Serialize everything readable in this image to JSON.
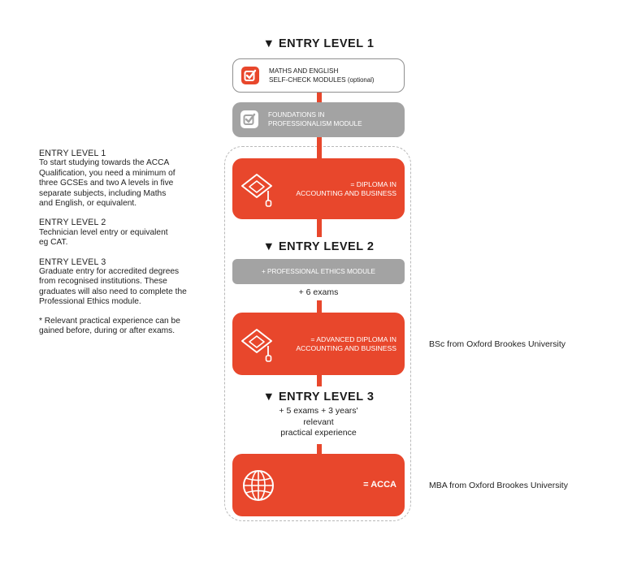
{
  "colors": {
    "accent": "#e8472c",
    "grey_box": "#a3a3a3",
    "frame": "#b9b9b9"
  },
  "levels": {
    "level1_heading": "▼ ENTRY LEVEL 1",
    "level2_heading": "▼ ENTRY LEVEL 2",
    "level3_heading": "▼ ENTRY LEVEL 3"
  },
  "modules": {
    "self_check_line1": "MATHS AND ENGLISH",
    "self_check_line2": "SELF-CHECK MODULES",
    "self_check_optional": "(optional)",
    "foundations_line1": "FOUNDATIONS IN",
    "foundations_line2": "PROFESSIONALISM MODULE",
    "ethics": "+ PROFESSIONAL ETHICS MODULE"
  },
  "awards": {
    "diploma_line1": "= DIPLOMA IN",
    "diploma_line2": "ACCOUNTING AND BUSINESS",
    "adv_diploma_line1": "= ADVANCED DIPLOMA IN",
    "adv_diploma_line2": "ACCOUNTING AND BUSINESS",
    "acca": "= ACCA"
  },
  "requirements": {
    "six_exams": "+ 6 exams",
    "level3_line1": "+ 5 exams + 3 years'",
    "level3_line2": "relevant",
    "level3_line3": "practical experience"
  },
  "side_notes": {
    "bsc": "BSc from Oxford Brookes University",
    "mba": "MBA from Oxford Brookes University"
  },
  "left_column": {
    "el1_title": "ENTRY LEVEL 1",
    "el1_l1": "To start studying towards the ACCA",
    "el1_l2": "Qualification, you need a minimum of",
    "el1_l3": "three GCSEs and two A levels in five",
    "el1_l4": "separate subjects, including Maths",
    "el1_l5": "and English, or equivalent.",
    "el2_title": "ENTRY LEVEL 2",
    "el2_l1": "Technician level entry or equivalent",
    "el2_l2": "eg CAT.",
    "el3_title": "ENTRY LEVEL 3",
    "el3_l1": "Graduate entry for accredited degrees",
    "el3_l2": "from recognised institutions. These",
    "el3_l3": "graduates will also need to complete the",
    "el3_l4": "Professional Ethics module.",
    "note_l1": "* Relevant practical experience can be",
    "note_l2": "gained before, during or after exams."
  },
  "icons": {
    "checkbox": "checkbox-icon",
    "mortarboard": "mortarboard-icon",
    "globe": "globe-icon"
  }
}
